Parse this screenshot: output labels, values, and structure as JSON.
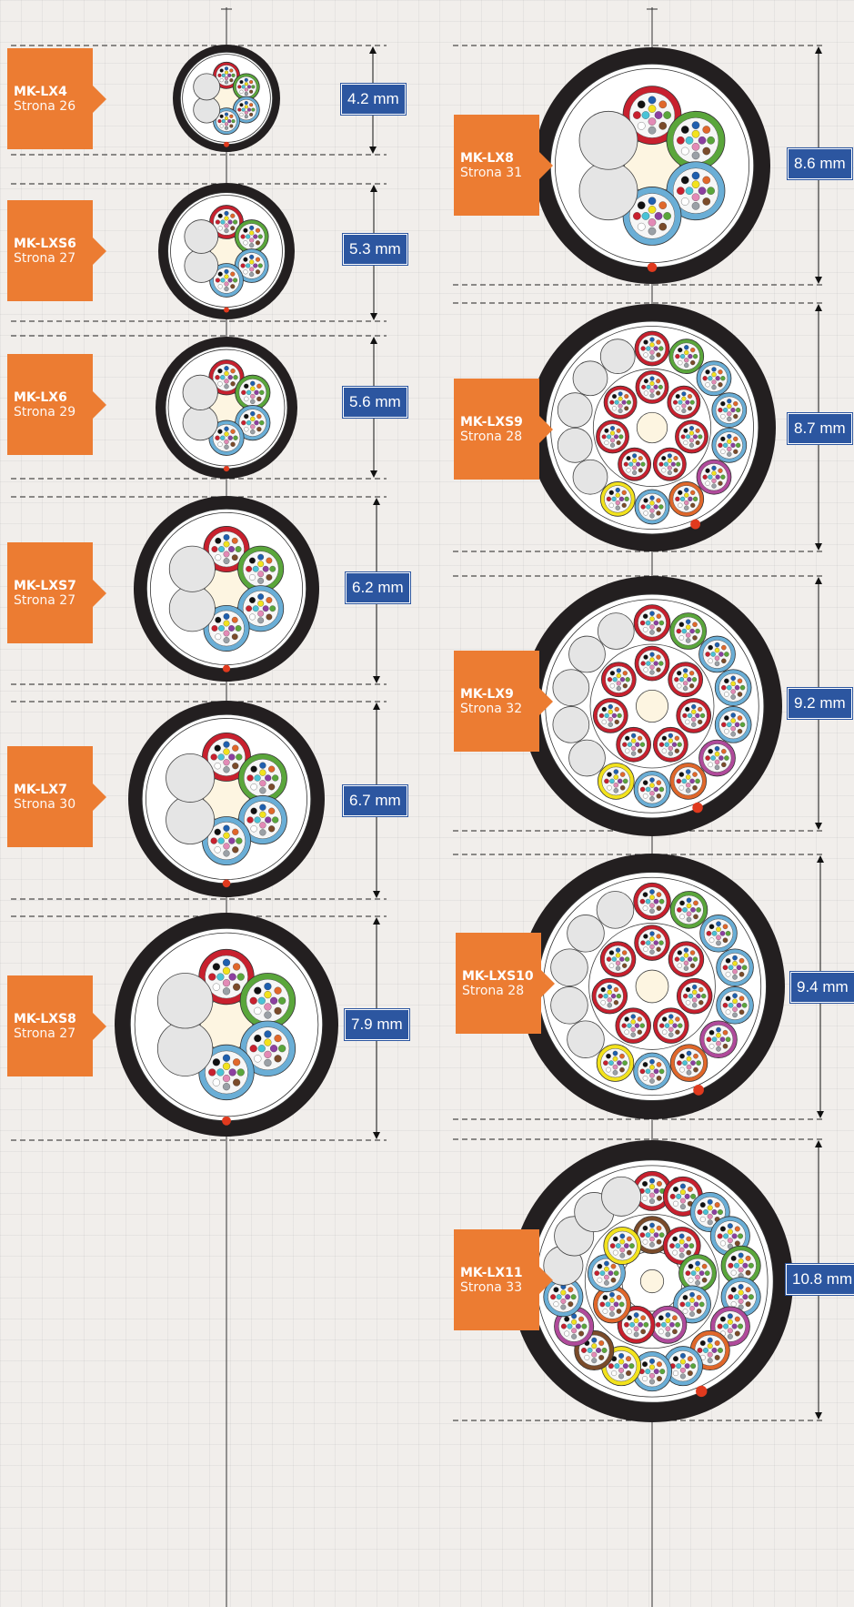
{
  "colors": {
    "tag": "#ec7c32",
    "dimension_label": "#2c56a0",
    "jacket": "#231f20",
    "center_core": "#fdf5e1",
    "filler": "#e5e5e5",
    "tube_red": "#c8202e",
    "tube_green": "#5aa63b",
    "tube_blue": "#6aaed6",
    "tube_yellow": "#f2e21d",
    "tube_magenta": "#b04a9b",
    "tube_orange": "#e0672a",
    "tube_brown": "#7a4b2a",
    "rip_cord": "#e03a1e"
  },
  "cables": [
    {
      "name": "MK-LX4",
      "page": "Strona 26",
      "diameter": "4.2 mm",
      "column": "left",
      "tubes": [
        "red",
        "green",
        "blue",
        "blue"
      ],
      "center_tube": false,
      "fillers": 2
    },
    {
      "name": "MK-LXS6",
      "page": "Strona 27",
      "diameter": "5.3 mm",
      "column": "left",
      "tubes": [
        "red",
        "green",
        "blue",
        "blue"
      ],
      "center_tube": false,
      "fillers": 2
    },
    {
      "name": "MK-LX6",
      "page": "Strona 29",
      "diameter": "5.6 mm",
      "column": "left",
      "tubes": [
        "red",
        "green",
        "blue",
        "blue"
      ],
      "center_tube": false,
      "fillers": 2
    },
    {
      "name": "MK-LXS7",
      "page": "Strona 27",
      "diameter": "6.2 mm",
      "column": "left",
      "tubes": [
        "red",
        "green",
        "blue",
        "blue"
      ],
      "center_tube": false,
      "fillers": 2
    },
    {
      "name": "MK-LX7",
      "page": "Strona 30",
      "diameter": "6.7 mm",
      "column": "left",
      "tubes": [
        "red",
        "green",
        "blue",
        "blue"
      ],
      "center_tube": false,
      "fillers": 2
    },
    {
      "name": "MK-LXS8",
      "page": "Strona 27",
      "diameter": "7.9 mm",
      "column": "left",
      "tubes": [
        "red",
        "green",
        "blue",
        "blue"
      ],
      "center_tube": false,
      "fillers": 2
    },
    {
      "name": "MK-LX8",
      "page": "Strona 31",
      "diameter": "8.6 mm",
      "column": "right",
      "tubes": [
        "red",
        "green",
        "blue",
        "blue"
      ],
      "center_tube": false,
      "fillers": 2
    },
    {
      "name": "MK-LXS9",
      "page": "Strona 28",
      "diameter": "8.7 mm",
      "column": "right",
      "tubes": [
        "red",
        "green",
        "blue",
        "blue",
        "blue",
        "magenta",
        "orange",
        "blue",
        "yellow"
      ],
      "inner_tubes": [
        "red",
        "red",
        "red",
        "red",
        "red",
        "red",
        "red"
      ],
      "center_tube": false,
      "fillers": 5
    },
    {
      "name": "MK-LX9",
      "page": "Strona 32",
      "diameter": "9.2 mm",
      "column": "right",
      "tubes": [
        "red",
        "green",
        "blue",
        "blue",
        "blue",
        "magenta",
        "orange",
        "blue",
        "yellow"
      ],
      "inner_tubes": [
        "red",
        "red",
        "red",
        "red",
        "red",
        "red",
        "red"
      ],
      "center_tube": false,
      "fillers": 5
    },
    {
      "name": "MK-LXS10",
      "page": "Strona 28",
      "diameter": "9.4 mm",
      "column": "right",
      "tubes": [
        "red",
        "green",
        "blue",
        "blue",
        "blue",
        "magenta",
        "orange",
        "blue",
        "yellow"
      ],
      "inner_tubes": [
        "red",
        "red",
        "red",
        "red",
        "red",
        "red",
        "red"
      ],
      "center_tube": false,
      "fillers": 5
    },
    {
      "name": "MK-LX11",
      "page": "Strona 33",
      "diameter": "10.8 mm",
      "column": "right",
      "tubes": [
        "red",
        "red",
        "blue",
        "blue",
        "green",
        "blue",
        "magenta",
        "orange",
        "blue",
        "blue",
        "yellow",
        "brown",
        "magenta",
        "blue"
      ],
      "inner_tubes": [
        "brown",
        "red",
        "green",
        "blue",
        "magenta",
        "red",
        "orange",
        "blue",
        "yellow"
      ],
      "center_tube": true,
      "fillers": 4
    }
  ]
}
